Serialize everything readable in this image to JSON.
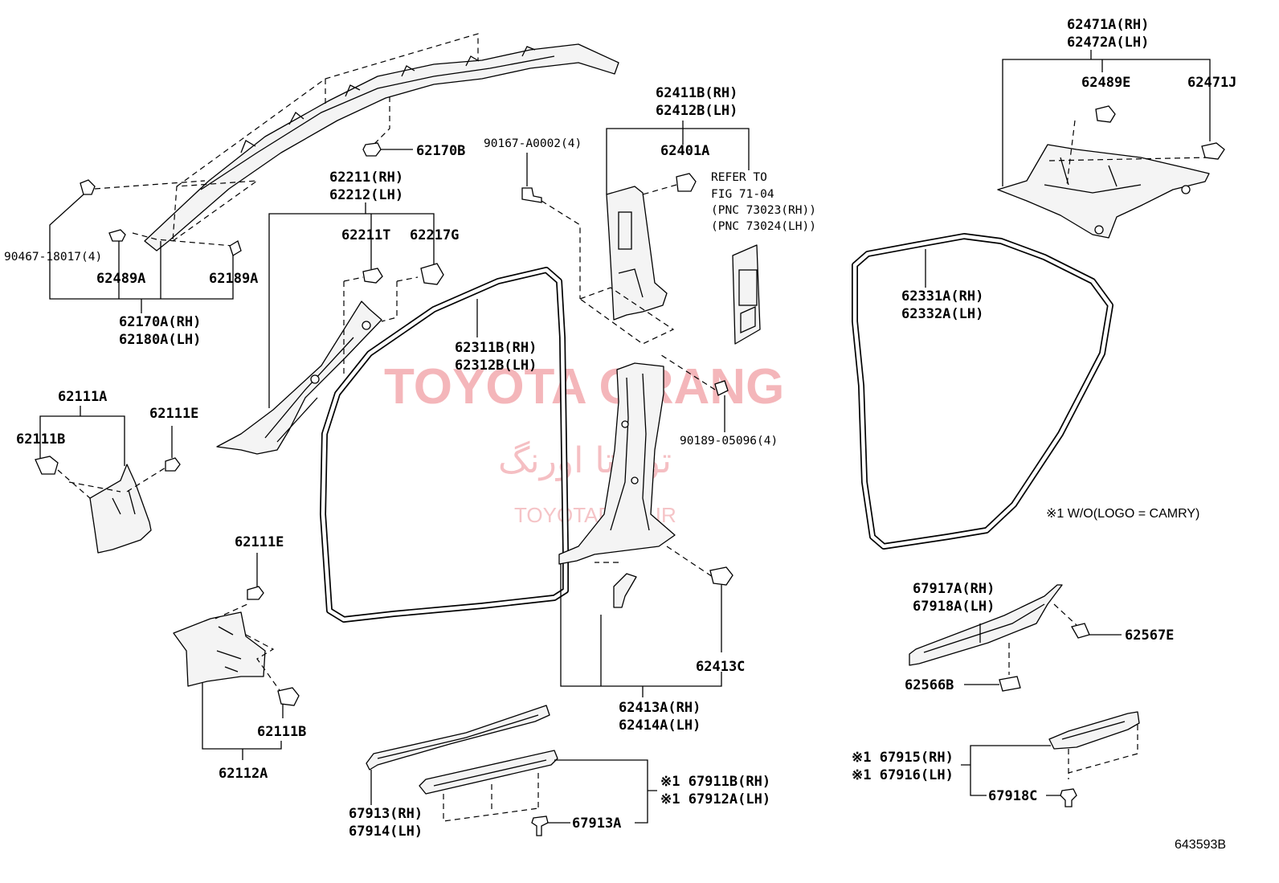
{
  "watermark": {
    "brand": "TOYOTA ORANG",
    "brand_fa": "تویوتا اورنگ",
    "site": "TOYOTAPART.IR"
  },
  "labels": {
    "p62170B": "62170B",
    "p90467": "90467-18017(4)",
    "p62489A": "62489A",
    "p62189A": "62189A",
    "p62170A": "62170A(RH)",
    "p62180A": "62180A(LH)",
    "p62211": "62211(RH)",
    "p62212": "62212(LH)",
    "p62211T": "62211T",
    "p62217G": "62217G",
    "p90167": "90167-A0002(4)",
    "p62411B": "62411B(RH)",
    "p62412B": "62412B(LH)",
    "p62401A": "62401A",
    "refer1": "REFER TO",
    "refer2": "FIG 71-04",
    "refer3": "(PNC 73023(RH))",
    "refer4": "(PNC 73024(LH))",
    "p62311B": "62311B(RH)",
    "p62312B": "62312B(LH)",
    "p62111A": "62111A",
    "p62111B_1": "62111B",
    "p62111E_1": "62111E",
    "p90189": "90189-05096(4)",
    "p62471A": "62471A(RH)",
    "p62472A": "62472A(LH)",
    "p62489E": "62489E",
    "p62471J": "62471J",
    "p62331A": "62331A(RH)",
    "p62332A": "62332A(LH)",
    "note1": "※1 W/O(LOGO = CAMRY)",
    "p62111E_2": "62111E",
    "p62111B_2": "62111B",
    "p62112A": "62112A",
    "p62413C": "62413C",
    "p62413A": "62413A(RH)",
    "p62414A": "62414A(LH)",
    "p67917A": "67917A(RH)",
    "p67918A": "67918A(LH)",
    "p62567E": "62567E",
    "p62566B": "62566B",
    "p67913": "67913(RH)",
    "p67914": "67914(LH)",
    "p67911B": "※1 67911B(RH)",
    "p67912A": "※1 67912A(LH)",
    "p67913A": "67913A",
    "p67915": "※1 67915(RH)",
    "p67916": "※1 67916(LH)",
    "p67918C": "67918C",
    "figure_id": "643593B"
  }
}
